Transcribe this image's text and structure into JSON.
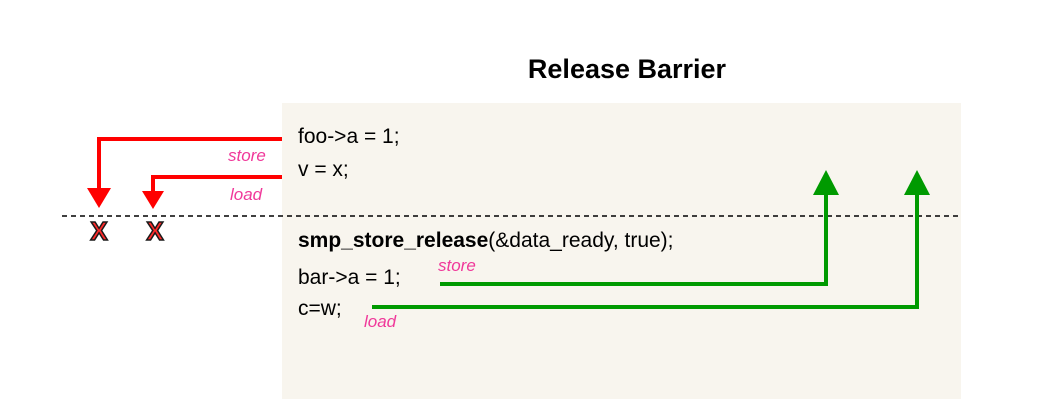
{
  "title": "Release Barrier",
  "code_lines": {
    "line1": "foo->a = 1;",
    "line2": "v = x;",
    "line3_fn": "smp_store_release",
    "line3_args": "(&data_ready, true);",
    "line4": "bar->a = 1;",
    "line5": "c=w;"
  },
  "labels": {
    "store_top": "store",
    "load_top": "load",
    "store_bottom": "store",
    "load_bottom": "load"
  },
  "blocked_marks": {
    "mark1": "X",
    "mark2": "X"
  },
  "colors": {
    "panel_background": "#f8f5ee",
    "blocked_arrow": "#ff0000",
    "allowed_arrow": "#009a00",
    "label_text": "#f0389a",
    "barrier_line": "#000000"
  }
}
